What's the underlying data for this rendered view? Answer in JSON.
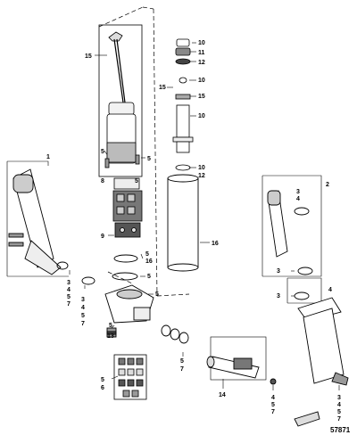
{
  "callouts": {
    "c1": "1",
    "c2": "2",
    "c3a": "3",
    "c3b": "3",
    "c3c": "3",
    "c3d": "3",
    "c3e": "3",
    "c4a": "4",
    "c4b": "4",
    "c4c": "4",
    "c4d": "4",
    "c4e": "4",
    "c5a": "5",
    "c5b": "5",
    "c5c": "5",
    "c5d": "5",
    "c5e": "5",
    "c5f": "5",
    "c5g": "5",
    "c5h": "5",
    "c5i": "5",
    "c5j": "5",
    "c5k": "5",
    "c5l": "5",
    "c6": "6",
    "c7a": "7",
    "c7b": "7",
    "c7c": "7",
    "c7d": "7",
    "c7e": "7",
    "c7f": "7",
    "c8": "8",
    "c9": "9",
    "c10a": "10",
    "c10b": "10",
    "c10c": "10",
    "c10d": "10",
    "c11": "11",
    "c12a": "12",
    "c12b": "12",
    "c13": "13",
    "c14": "14",
    "c15a": "15",
    "c15b": "15",
    "c15c": "15",
    "c16a": "16",
    "c16b": "16"
  },
  "figure_id": "57871"
}
